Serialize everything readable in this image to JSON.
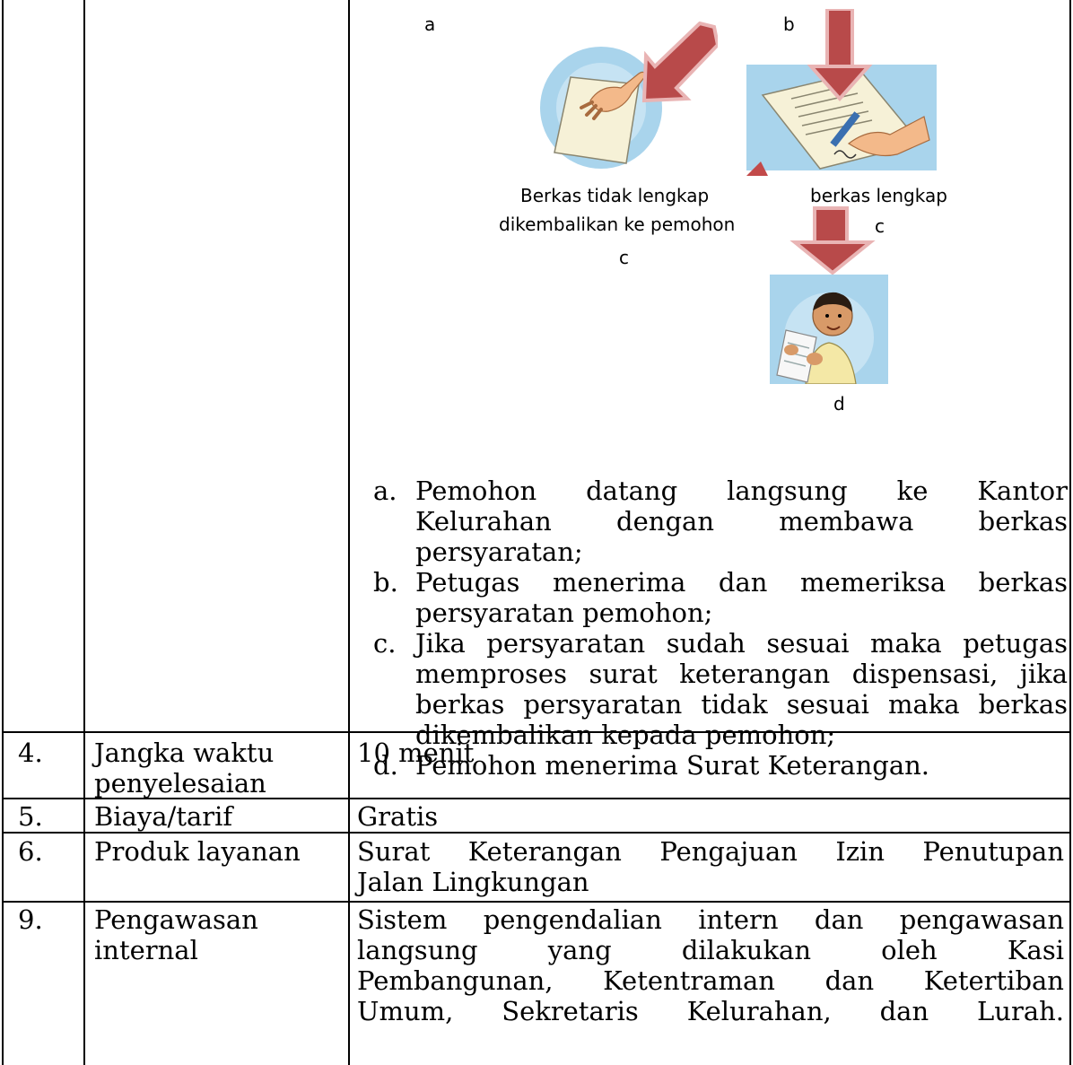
{
  "figure": {
    "label_a": "a",
    "label_b": "b",
    "caption_a_line1": "Berkas tidak lengkap",
    "caption_a_line2": "dikembalikan ke pemohon",
    "caption_a_line3": "c",
    "caption_b_line1": "berkas lengkap",
    "caption_b_line2": "c",
    "label_d": "d",
    "colors": {
      "arrow": "#b84a4a",
      "circle": "#a9d4ec",
      "paper": "#f6f1d7"
    }
  },
  "steps": [
    {
      "label": "a.",
      "lines": [
        "Pemohon datang langsung ke Kantor",
        "Kelurahan dengan membawa berkas",
        "persyaratan;"
      ]
    },
    {
      "label": "b.",
      "lines": [
        "Petugas menerima dan memeriksa berkas",
        "persyaratan pemohon;"
      ]
    },
    {
      "label": "c.",
      "lines": [
        "Jika persyaratan sudah sesuai maka petugas",
        "memproses surat keterangan dispensasi, jika",
        "berkas persyaratan tidak sesuai maka berkas",
        "dikembalikan kepada pemohon;"
      ]
    },
    {
      "label": "d.",
      "lines": [
        "Pemohon menerima Surat Keterangan."
      ]
    }
  ],
  "rows": [
    {
      "no": "4.",
      "label_lines": [
        "Jangka waktu",
        "penyelesaian"
      ],
      "value_lines": [
        "10 menit"
      ]
    },
    {
      "no": "5.",
      "label_lines": [
        "Biaya/tarif"
      ],
      "value_lines": [
        "Gratis"
      ]
    },
    {
      "no": "6.",
      "label_lines": [
        "Produk layanan"
      ],
      "value_lines": [
        "Surat Keterangan Pengajuan Izin Penutupan",
        "Jalan Lingkungan"
      ]
    },
    {
      "no": "9.",
      "label_lines": [
        "Pengawasan",
        "internal"
      ],
      "value_lines": [
        "Sistem pengendalian intern dan pengawasan",
        "langsung yang dilakukan oleh Kasi",
        "Pembangunan, Ketentraman dan Ketertiban",
        "Umum, Sekretaris Kelurahan, dan Lurah."
      ]
    }
  ]
}
